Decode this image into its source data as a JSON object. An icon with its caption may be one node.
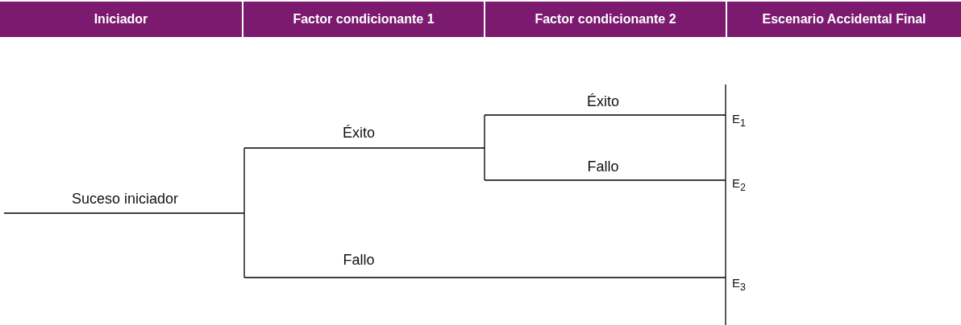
{
  "diagram": {
    "labels": [
      "Iniciador",
      "Factor condicionante 1",
      "Factor condicionante 2",
      "Escenario Accidental Final",
      "Éxito",
      "E$_{1}$",
      "Éxito",
      "Fallo",
      "E$_{2}$",
      "Suceso iniciador",
      "Fallo",
      "E$_{3}$"
    ]
  }
}
